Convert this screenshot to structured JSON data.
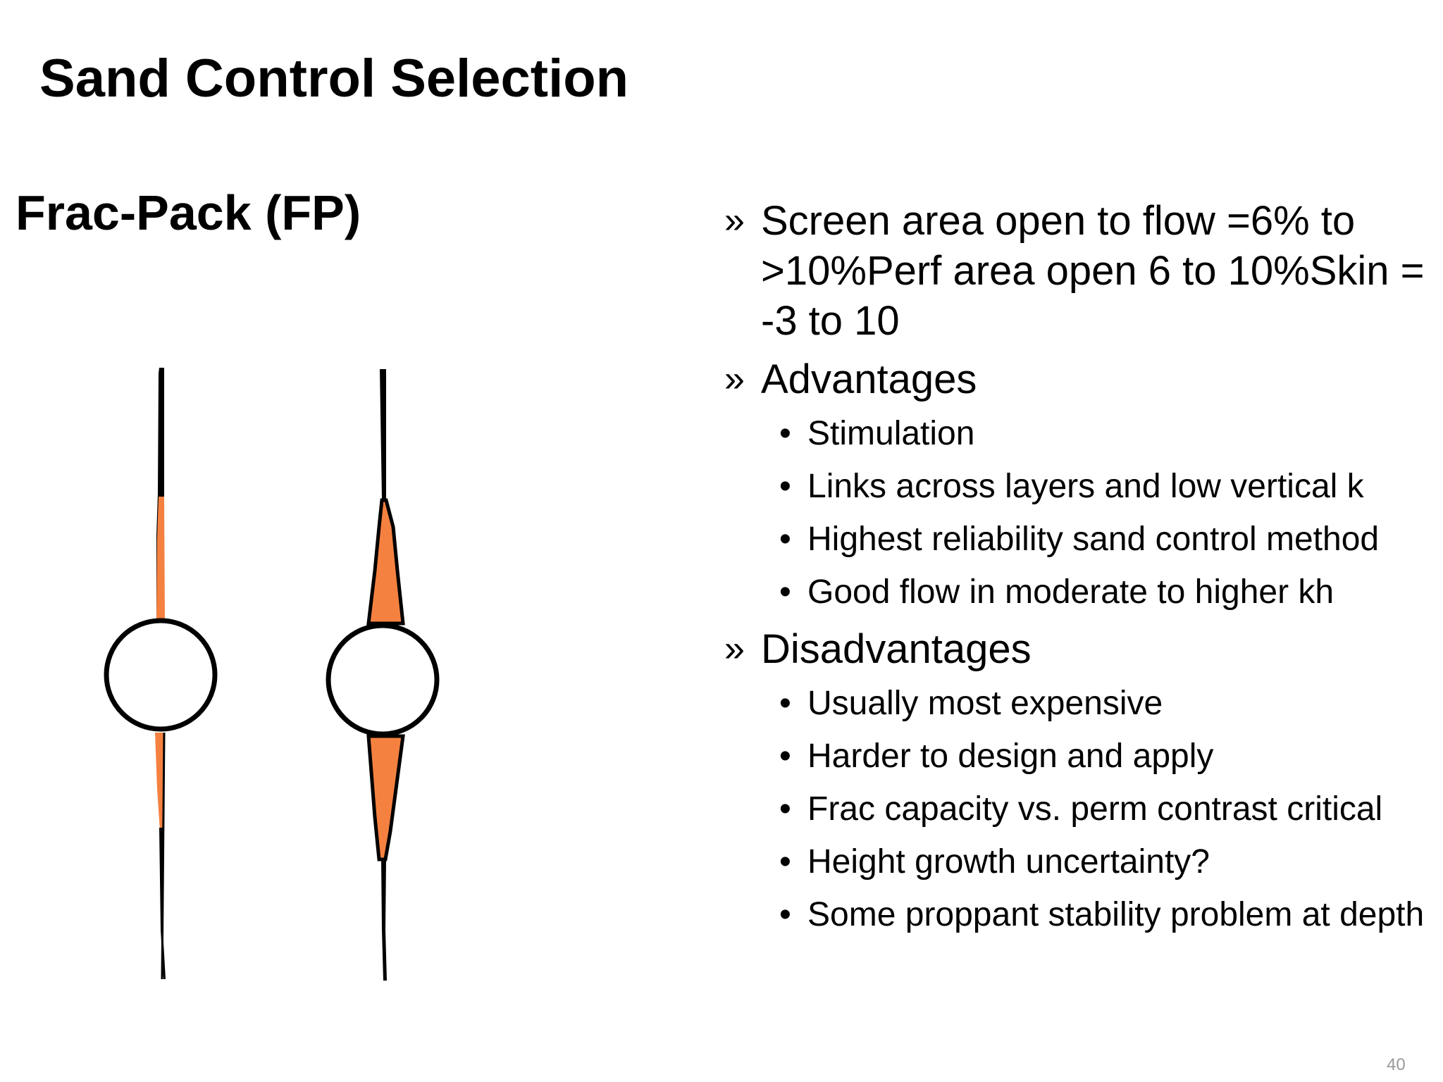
{
  "slide": {
    "title": "Sand Control Selection",
    "subtitle": "Frac-Pack (FP)",
    "page_number": "40"
  },
  "colors": {
    "fracture_fill": "#f58140",
    "outline": "#000000"
  },
  "icons": {
    "level1_marker": "»",
    "level2_marker": "•"
  },
  "bullets": [
    {
      "text": "Screen area open to flow =6% to >10%Perf area open 6 to 10%Skin = -3 to 10",
      "children": []
    },
    {
      "text": "Advantages",
      "children": [
        "Stimulation",
        "Links across layers and low vertical k",
        "Highest reliability sand control method",
        "Good flow in moderate to higher kh"
      ]
    },
    {
      "text": "Disadvantages",
      "children": [
        "Usually most expensive",
        "Harder to design and apply",
        "Frac capacity vs. perm contrast critical",
        "Height growth uncertainty?",
        "Some proppant stability problem at depth"
      ]
    }
  ]
}
